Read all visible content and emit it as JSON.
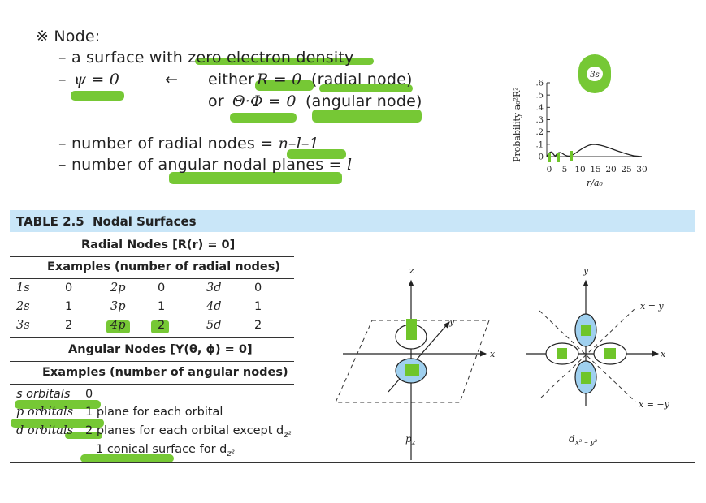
{
  "notes": {
    "title": "※ Node:",
    "line1_prefix": "– a surface with ",
    "line1_hl": "zero electron density",
    "line2_dash": "–",
    "psi_eq": "ψ = 0",
    "arrow": "←",
    "line2_either": "either",
    "R_eq": "R = 0",
    "radial_node": "(radial node)",
    "line3_or": "or",
    "theta_phi": "Θ·Φ = 0",
    "angular_node": "(angular node)",
    "radial_count_text": "– number of radial nodes = ",
    "radial_count_formula": "n–l–1",
    "angular_count_text": "– number of angular nodal planes = ",
    "angular_count_formula": "l"
  },
  "plot": {
    "label": "3s",
    "ylabel": "Probability a₀²R²",
    "xlabel": "r/a₀",
    "yticks": [
      ".6",
      ".5",
      ".4",
      ".3",
      ".2",
      ".1",
      "0"
    ],
    "xticks": [
      "0",
      "5",
      "10",
      "15",
      "20",
      "25",
      "30"
    ]
  },
  "table": {
    "number": "TABLE 2.5",
    "title": "Nodal Surfaces",
    "radial_heading": "Radial Nodes [R(r) = 0]",
    "radial_examples": "Examples (number of radial nodes)",
    "radial_rows": [
      [
        "1s",
        "0",
        "2p",
        "0",
        "3d",
        "0"
      ],
      [
        "2s",
        "1",
        "3p",
        "1",
        "4d",
        "1"
      ],
      [
        "3s",
        "2",
        "4p",
        "2",
        "5d",
        "2"
      ]
    ],
    "angular_heading": "Angular Nodes [Y(θ, ϕ) = 0]",
    "angular_examples": "Examples (number of angular nodes)",
    "angular_rows": [
      {
        "label": "s orbitals",
        "value": "0"
      },
      {
        "label": "p orbitals",
        "value": "1 plane for each orbital"
      },
      {
        "label": "d orbitals",
        "value": "2 planes for each orbital except d",
        "sub": "z²"
      },
      {
        "label": "",
        "value": "1 conical surface for d",
        "sub": "z²"
      }
    ]
  },
  "figures": {
    "pz_label": "p",
    "pz_sub": "z",
    "dxy_label": "d",
    "dxy_sub": "x² – y²",
    "axis_z": "z",
    "axis_x": "x",
    "axis_y": "y",
    "axis_x2": "x",
    "axis_y2": "y",
    "line_xy": "x = y",
    "line_xmy": "x = −y"
  },
  "colors": {
    "highlight": "#6fc52a",
    "header_band": "#c9e6f8",
    "lobe_fill": "#9fd0ef"
  }
}
